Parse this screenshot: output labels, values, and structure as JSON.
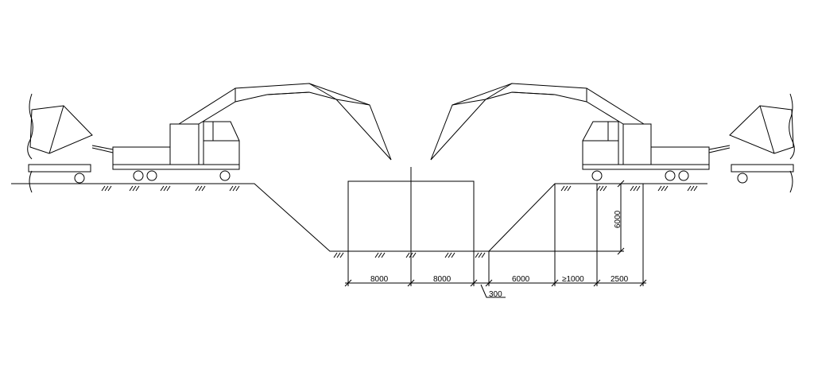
{
  "drawing": {
    "line_color": "#000000",
    "background": "#ffffff"
  },
  "dimensions": {
    "w1": "8000",
    "w2": "8000",
    "w3": "6000",
    "w4": "≥1000",
    "w5": "2500",
    "gap": "300",
    "depth": "6000"
  },
  "icons": {
    "left_machine": "crane-truck-icon",
    "right_machine": "crane-truck-icon",
    "left_mixer": "concrete-mixer-truck-icon",
    "right_mixer": "concrete-mixer-truck-icon",
    "ground_hatch": "ground-hatch-icon"
  }
}
